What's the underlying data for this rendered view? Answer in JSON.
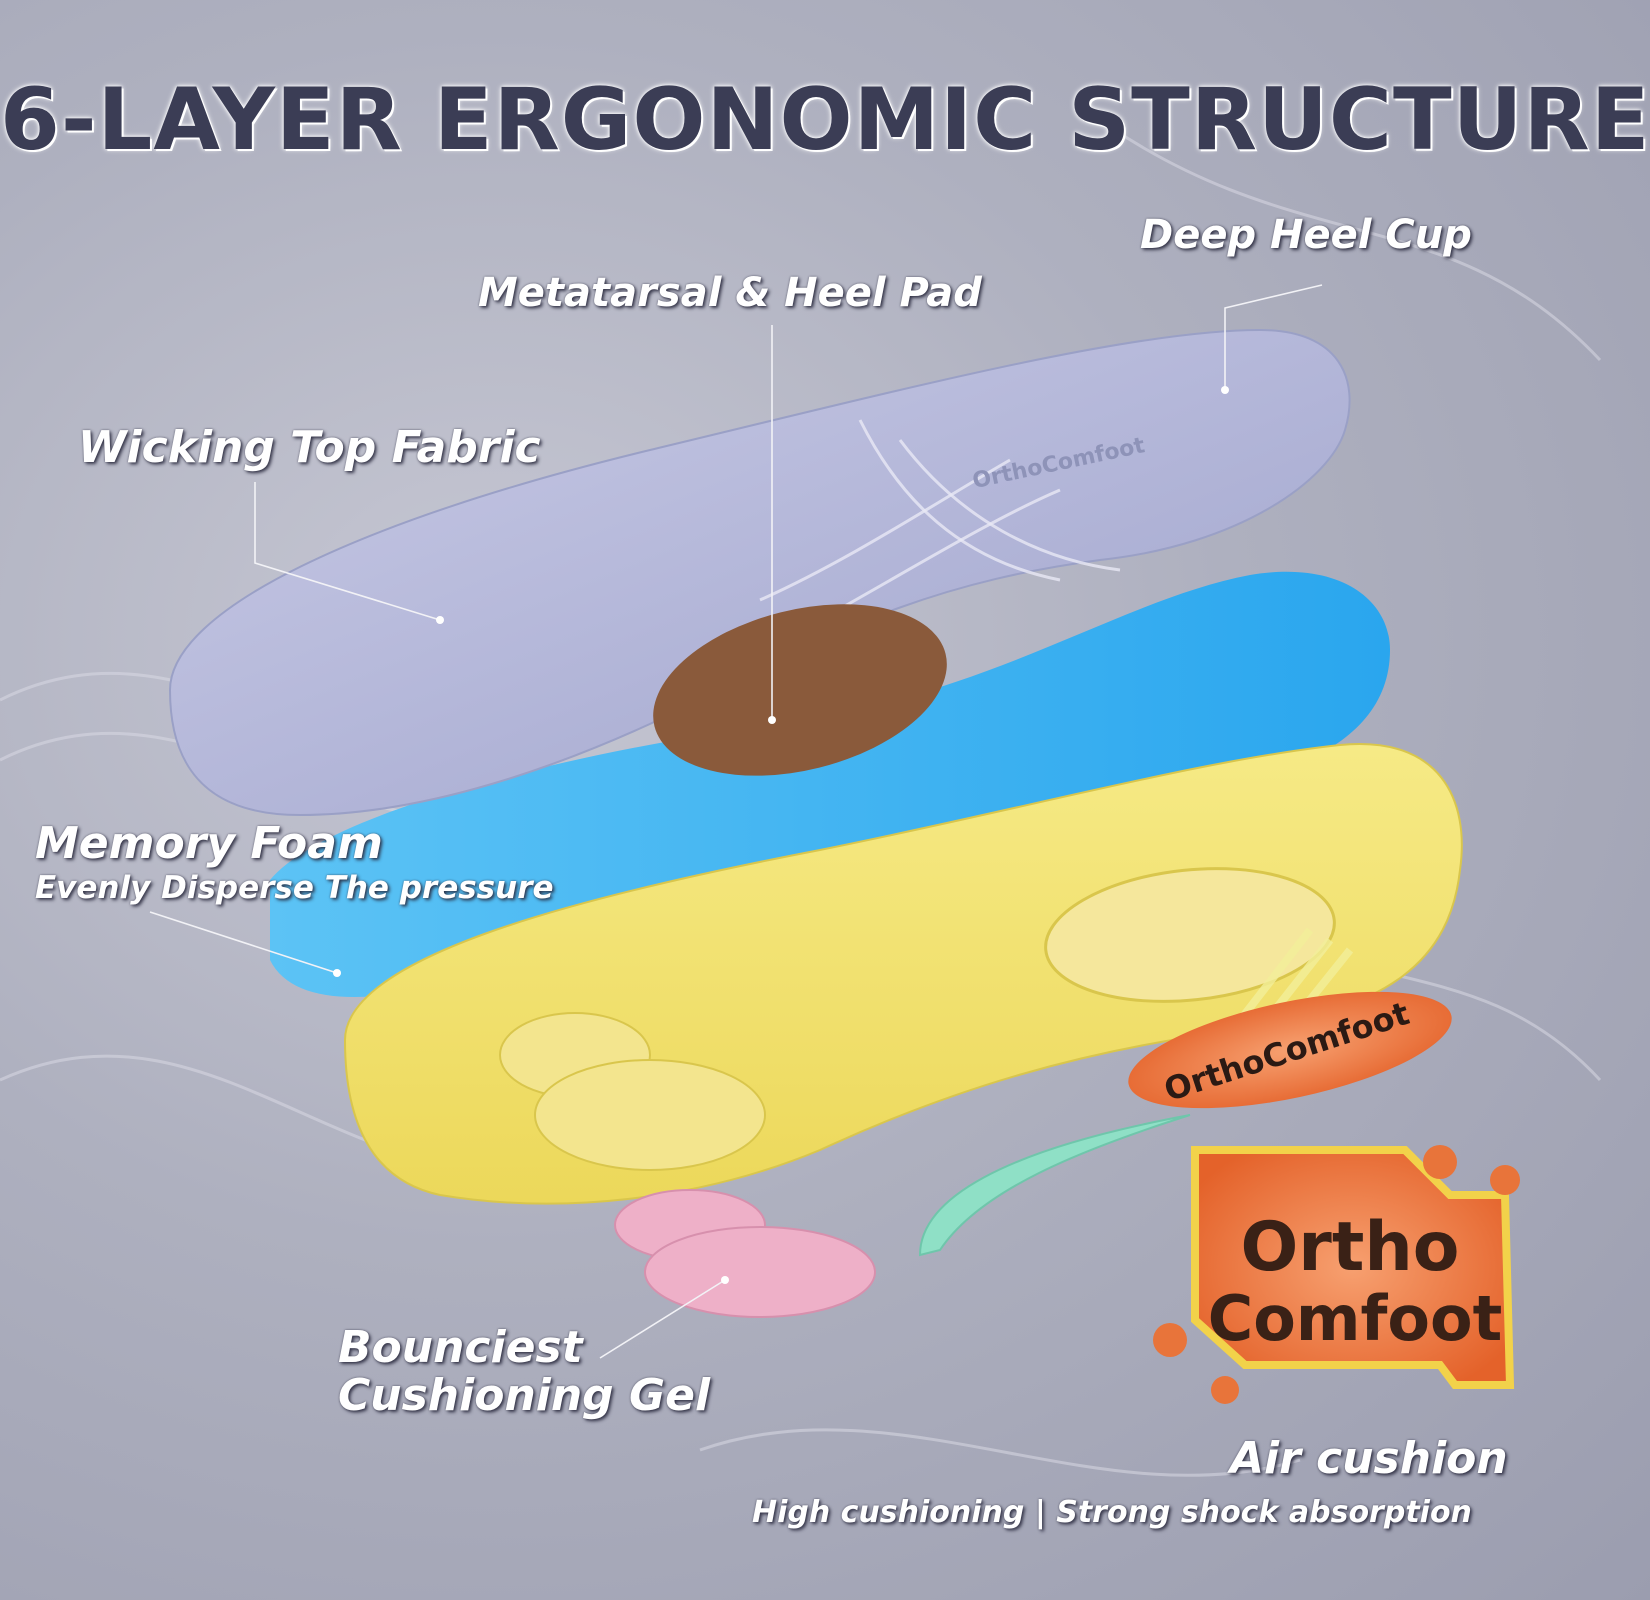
{
  "headline": "6-LAYER ERGONOMIC STRUCTURE",
  "labels": {
    "deep_heel_cup": "Deep Heel Cup",
    "metatarsal_heel_pad": "Metatarsal & Heel Pad",
    "wicking_top_fabric": "Wicking Top Fabric",
    "memory_foam": "Memory Foam",
    "memory_foam_sub": "Evenly Disperse The pressure",
    "gel_line1": "Bounciest",
    "gel_line2": "Cushioning Gel",
    "air_cushion": "Air cushion",
    "air_cushion_sub": "High cushioning | Strong shock absorption"
  },
  "brand_logo": "OrthoComfoot",
  "colors": {
    "headline": "#3b3d55",
    "top_fabric": "#b9bcdc",
    "memory_foam": "#49b6f0",
    "cushion_layer": "#f2e16a",
    "heel_pad": "#8a5a3b",
    "gel": "#eeb0c8",
    "air_cushion": "#f07a3c",
    "arch_support": "#8fe0c6"
  }
}
